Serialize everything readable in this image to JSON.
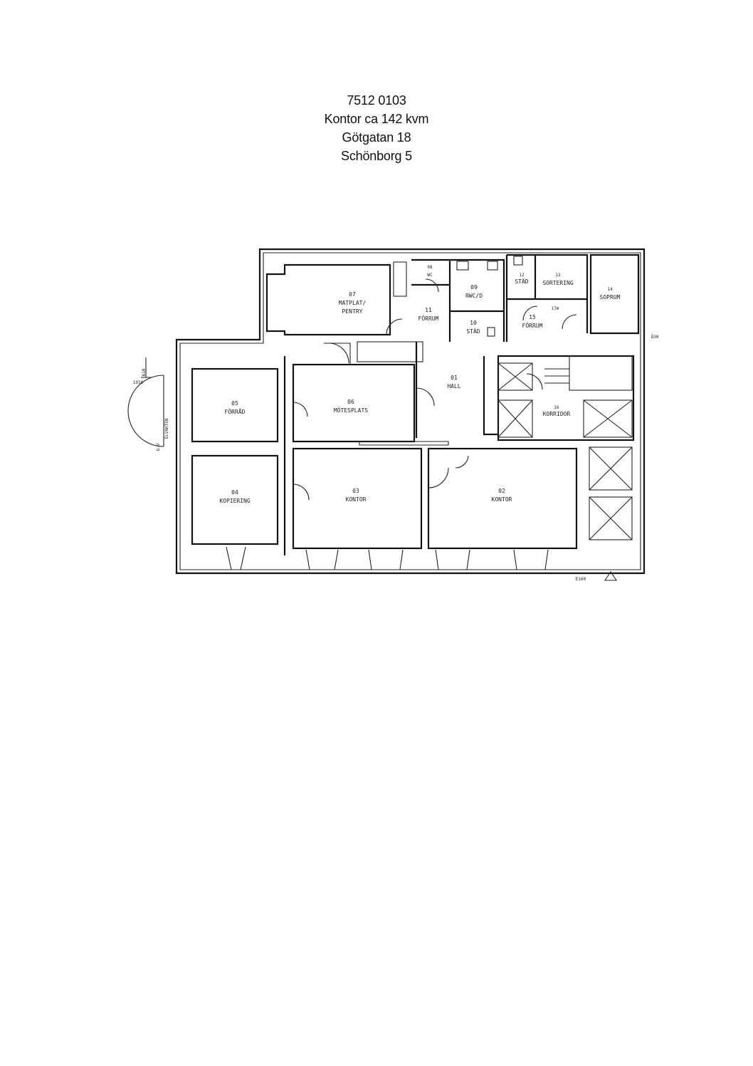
{
  "header": {
    "line1": "7512 0103",
    "line2": "Kontor ca 142 kvm",
    "line3": "Götgatan 18",
    "line4": "Schönborg 5"
  },
  "rooms": {
    "r07": {
      "num": "07",
      "name_a": "MATPLAT/",
      "name_b": "PENTRY"
    },
    "r08": {
      "num": "08",
      "name": "WC"
    },
    "r09": {
      "num": "09",
      "name": "RWC/D"
    },
    "r10": {
      "num": "10",
      "name": "STÄD"
    },
    "r11": {
      "num": "11",
      "name": "FÖRRUM"
    },
    "r12": {
      "num": "12",
      "name": "STÄD"
    },
    "r13": {
      "num": "13",
      "name": "SORTERING"
    },
    "r14": {
      "num": "14",
      "name": "SOPRUM"
    },
    "r15": {
      "num": "15",
      "name": "FÖRRUM"
    },
    "r16": {
      "num": "16",
      "name": "KORRIDOR"
    },
    "r01": {
      "num": "01",
      "name": "HALL"
    },
    "r05": {
      "num": "05",
      "name": "FÖRRÅD"
    },
    "r06": {
      "num": "06",
      "name": "MÖTESPLATS"
    },
    "r04": {
      "num": "04",
      "name": "KOPIERING"
    },
    "r03": {
      "num": "03",
      "name": "KONTOR"
    },
    "r02": {
      "num": "02",
      "name": "KONTOR"
    }
  },
  "annotations": {
    "dim_1910": "1910",
    "dim_610": "610",
    "area_17m": "17m",
    "elevation_top": "Ö30",
    "elevation_bottom": "E160",
    "facade_label": "ELVAKTEN",
    "gv_label": "G.V"
  }
}
